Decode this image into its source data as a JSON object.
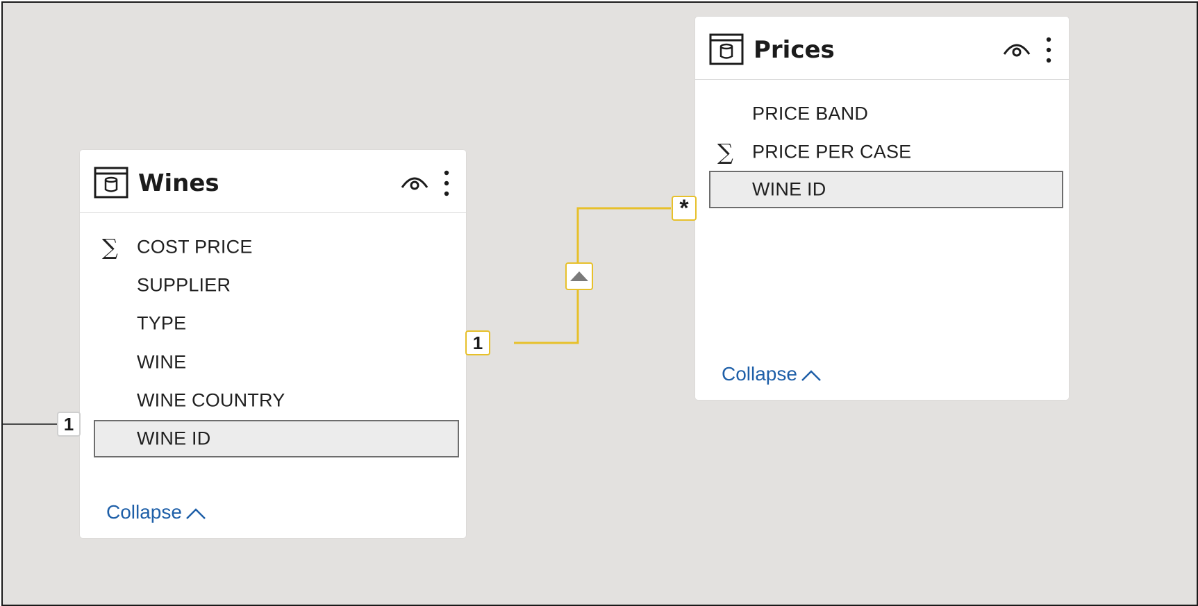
{
  "colors": {
    "canvas_background": "#e3e1df",
    "card_background": "#ffffff",
    "relationship_line": "#e7c02a",
    "link_blue": "#1e5fa8",
    "selected_field_border": "#6d6d6d"
  },
  "tables": [
    {
      "title": "Wines",
      "icons": [
        "table-icon",
        "eye-icon",
        "more-icon"
      ],
      "fields": [
        {
          "name": "COST PRICE",
          "aggregate": true,
          "selected": false
        },
        {
          "name": "SUPPLIER",
          "aggregate": false,
          "selected": false
        },
        {
          "name": "TYPE",
          "aggregate": false,
          "selected": false
        },
        {
          "name": "WINE",
          "aggregate": false,
          "selected": false
        },
        {
          "name": "WINE COUNTRY",
          "aggregate": false,
          "selected": false
        },
        {
          "name": "WINE ID",
          "aggregate": false,
          "selected": true
        }
      ],
      "collapse_label": "Collapse"
    },
    {
      "title": "Prices",
      "icons": [
        "table-icon",
        "eye-icon",
        "more-icon"
      ],
      "fields": [
        {
          "name": "PRICE BAND",
          "aggregate": false,
          "selected": false
        },
        {
          "name": "PRICE PER CASE",
          "aggregate": true,
          "selected": false
        },
        {
          "name": "WINE ID",
          "aggregate": false,
          "selected": true
        }
      ],
      "collapse_label": "Collapse"
    }
  ],
  "relationships": [
    {
      "from_table": "Wines",
      "to_table": "Prices",
      "from_cardinality": "1",
      "to_cardinality": "*",
      "filter_direction_icon": "triangle-up-icon"
    },
    {
      "from_table": "(offscreen)",
      "to_table": "Wines",
      "to_cardinality": "1"
    }
  ],
  "sigma_glyph": "∑"
}
